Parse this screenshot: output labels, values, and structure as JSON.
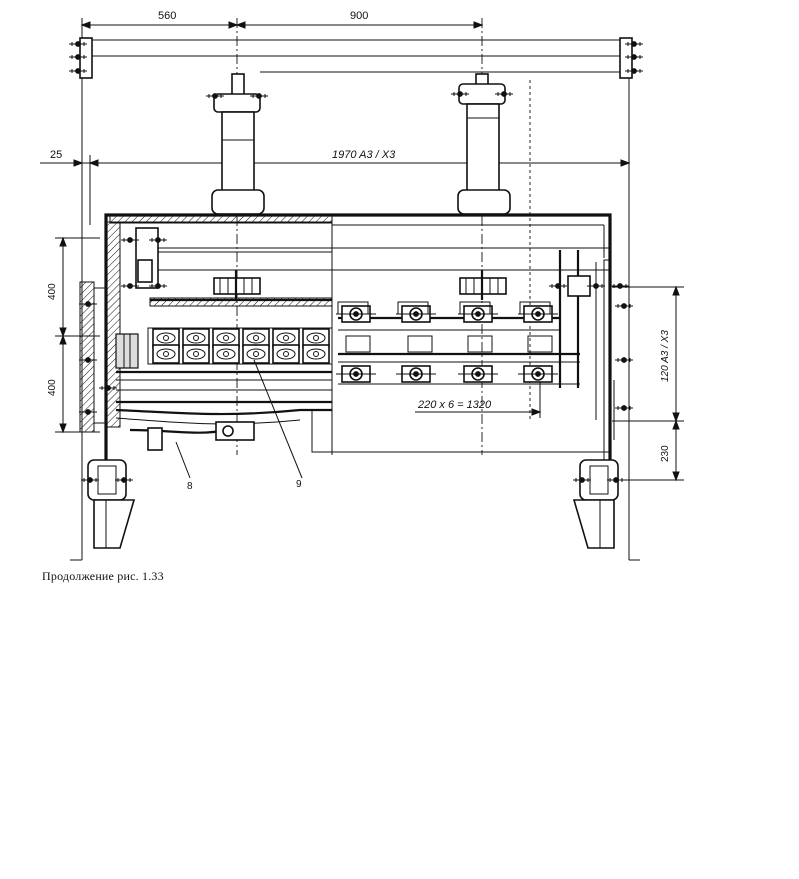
{
  "figure": {
    "caption": "Продолжение рис. 1.33"
  },
  "dimensions": {
    "top_left": "560",
    "top_right": "900",
    "offset_left": "25",
    "overall_width": "1970 A3 / X3",
    "left_upper_height": "400",
    "left_lower_height": "400",
    "right_upper_height": "120 A3 / X3",
    "right_lower_height": "230",
    "pitch": "220 x 6 = 1320"
  },
  "callouts": {
    "left": "8",
    "right": "9"
  }
}
